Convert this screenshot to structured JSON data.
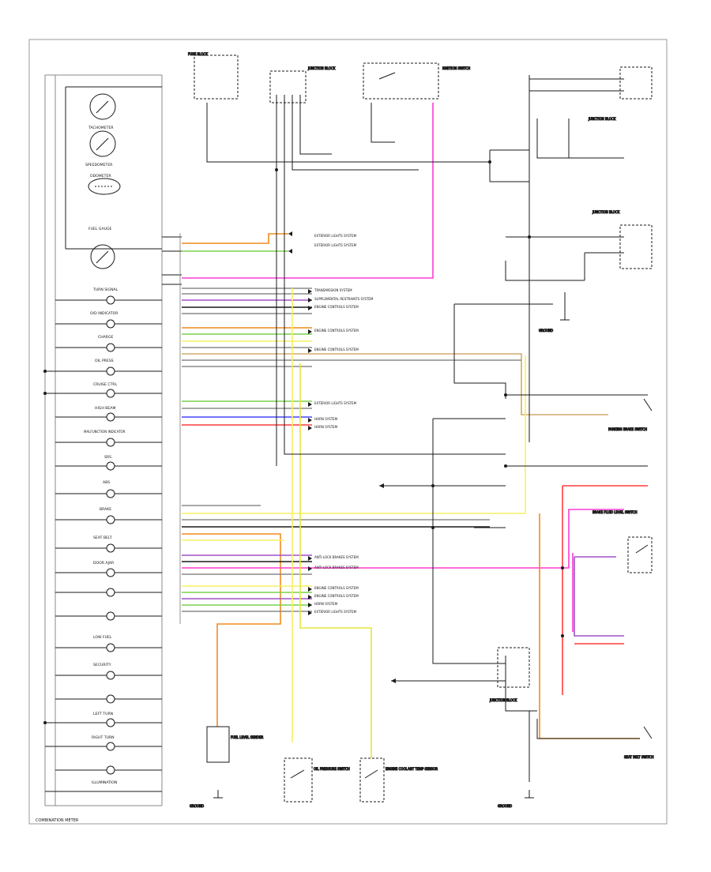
{
  "caption": "COMBINATION METER",
  "gauges": [
    "TACHOMETER",
    "SPEEDOMETER",
    "ODOMETER",
    "FUEL GAUGE"
  ],
  "indicators": [
    "TURN SIGNAL",
    "O/D INDICATOR",
    "CHARGE",
    "OIL PRESS",
    "CRUISE CTRL",
    "HIGH BEAM",
    "MALFUNCTION INDICATOR",
    "SRS",
    "ABS",
    "BRAKE",
    "SEAT BELT",
    "DOOR AJAR",
    "LOW FUEL",
    "SECURITY",
    "LEFT TURN",
    "RIGHT TURN",
    "ILLUMINATION"
  ],
  "systems": [
    "EXTERIOR LIGHTS SYSTEM",
    "EXTERIOR LIGHTS SYSTEM",
    "TRANSMISSION SYSTEM",
    "SUPPLEMENTAL RESTRAINTS SYSTEM",
    "ENGINE CONTROLS SYSTEM",
    "ENGINE CONTROLS SYSTEM",
    "ENGINE CONTROLS SYSTEM",
    "EXTERIOR LIGHTS SYSTEM",
    "HORN SYSTEM",
    "HORN SYSTEM",
    "ANTI-LOCK BRAKES SYSTEM",
    "ANTI-LOCK BRAKES SYSTEM",
    "ENGINE CONTROLS SYSTEM",
    "ENGINE CONTROLS SYSTEM",
    "HORN SYSTEM",
    "EXTERIOR LIGHTS SYSTEM"
  ],
  "components": [
    "FUSE BLOCK",
    "JUNCTION BLOCK",
    "IGNITION SWITCH",
    "JUNCTION BLOCK",
    "JUNCTION BLOCK",
    "BRAKE FLUID LEVEL SWITCH",
    "PARKING BRAKE SWITCH",
    "SEAT BELT SWITCH",
    "FUEL LEVEL SENDER",
    "OIL PRESSURE SWITCH",
    "ENGINE COOLANT TEMP SENSOR",
    "JUNCTION BLOCK",
    "GROUND",
    "GROUND",
    "GROUND"
  ],
  "colors": {
    "black": "#1a1a1a",
    "gray": "#8a8a8a",
    "orange": "#f08c1e",
    "green": "#78d24b",
    "magenta": "#ff3cd2",
    "red": "#ff3c3c",
    "blue": "#4646ff",
    "yellow": "#f5f064",
    "purple": "#a050c8",
    "tan": "#d2aa6e"
  }
}
